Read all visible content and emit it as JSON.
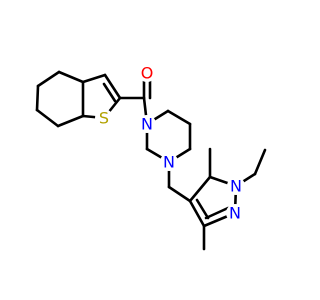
{
  "molecule": {
    "atom_labels": {
      "oxygen": {
        "text": "O",
        "color": "#ff0000"
      },
      "sulfur": {
        "text": "S",
        "color": "#b2a200"
      },
      "piperazine_n_top": {
        "text": "N",
        "color": "#0000ff"
      },
      "piperazine_n_bottom": {
        "text": "N",
        "color": "#0000ff"
      },
      "pyrazole_n1": {
        "text": "N",
        "color": "#0000ff"
      },
      "pyrazole_n2": {
        "text": "N",
        "color": "#0000ff"
      }
    },
    "bond_color": "#000000",
    "background": "#ffffff"
  }
}
